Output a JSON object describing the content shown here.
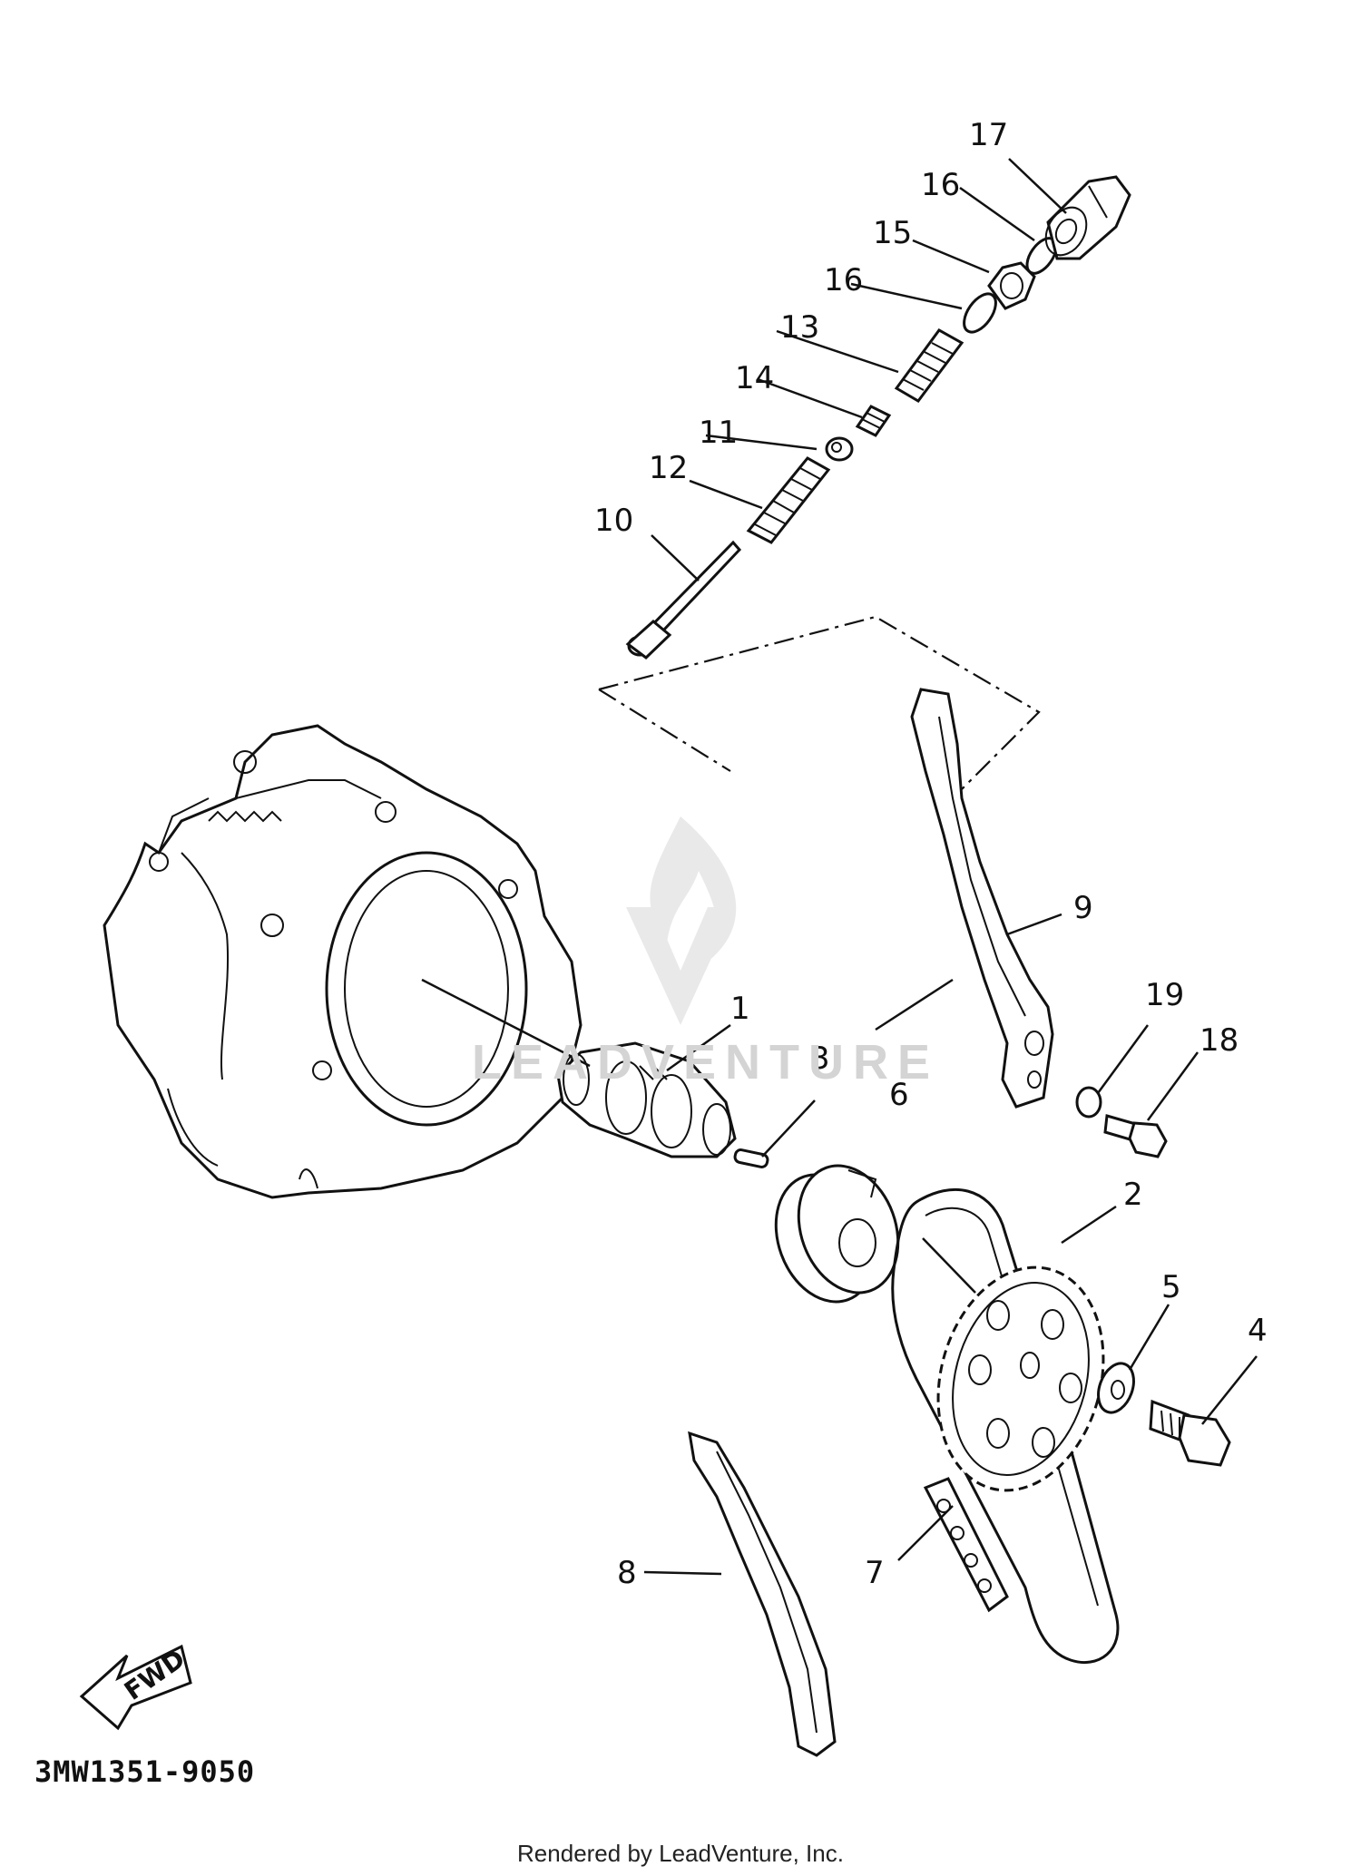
{
  "diagram": {
    "drawing_code": "3MW1351-9050",
    "credit": "Rendered by LeadVenture, Inc.",
    "watermark": "LEADVENTURE",
    "fwd_label": "FWD",
    "callouts": [
      "1",
      "2",
      "3",
      "4",
      "5",
      "6",
      "7",
      "8",
      "9",
      "10",
      "11",
      "12",
      "13",
      "14",
      "15",
      "16",
      "16",
      "17",
      "18",
      "19"
    ]
  }
}
